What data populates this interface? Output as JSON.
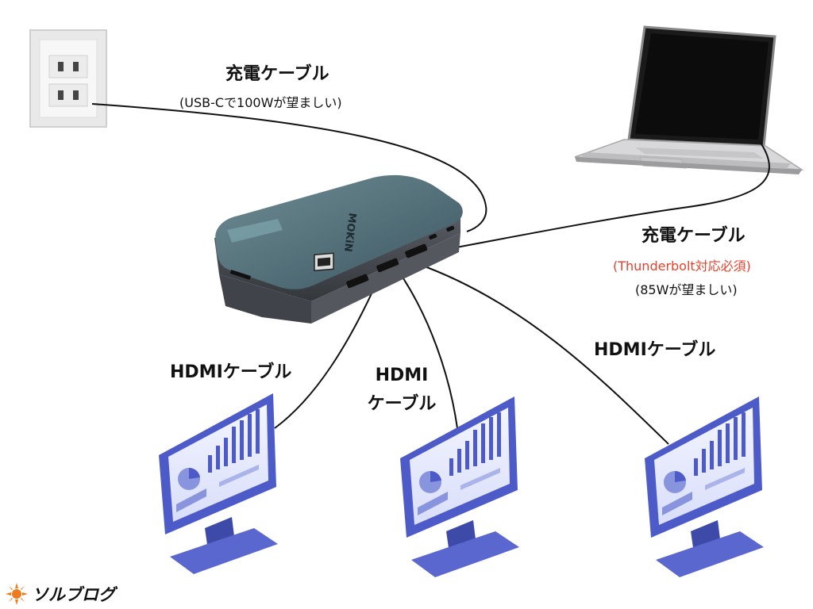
{
  "outlet": {
    "cable_label": "充電ケーブル",
    "cable_note": "(USB-Cで100Wが望ましい)"
  },
  "laptop": {
    "cable_label": "充電ケーブル",
    "cable_note_red": "(Thunderbolt対応必須)",
    "cable_note": "(85Wが望ましい)"
  },
  "hub": {
    "brand": "MOKiN"
  },
  "monitors": [
    {
      "cable_label": "HDMIケーブル"
    },
    {
      "cable_label_line1": "HDMI",
      "cable_label_line2": "ケーブル"
    },
    {
      "cable_label": "HDMIケーブル"
    }
  ],
  "footer": {
    "brand": "ソルブログ"
  },
  "colors": {
    "accent_red": "#e8412c",
    "monitor_blue": "#4d5bc9",
    "hub_teal": "#4d6a73",
    "brand_orange": "#f07a1e"
  }
}
